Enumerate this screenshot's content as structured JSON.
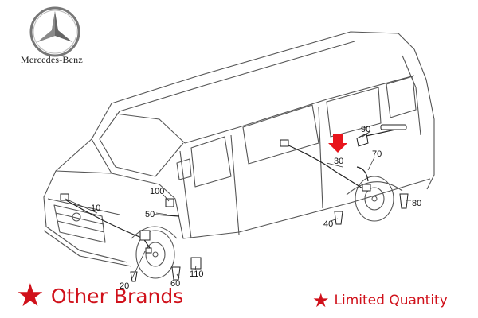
{
  "brand": {
    "logo_icon": "mercedes-star-icon",
    "name": "Mercedes-Benz"
  },
  "diagram": {
    "callouts": [
      {
        "id": "c10",
        "label": "10"
      },
      {
        "id": "c20",
        "label": "20"
      },
      {
        "id": "c30",
        "label": "30"
      },
      {
        "id": "c40",
        "label": "40"
      },
      {
        "id": "c50",
        "label": "50"
      },
      {
        "id": "c60",
        "label": "60"
      },
      {
        "id": "c70",
        "label": "70"
      },
      {
        "id": "c80",
        "label": "80"
      },
      {
        "id": "c90",
        "label": "90"
      },
      {
        "id": "c100",
        "label": "100"
      },
      {
        "id": "c110",
        "label": "110"
      }
    ],
    "highlight_arrow_color": "#e8151c"
  },
  "promo": {
    "left_text": "Other Brands",
    "right_text": "Limited Quantity",
    "star_icon": "star-icon",
    "color": "#d0111b"
  }
}
